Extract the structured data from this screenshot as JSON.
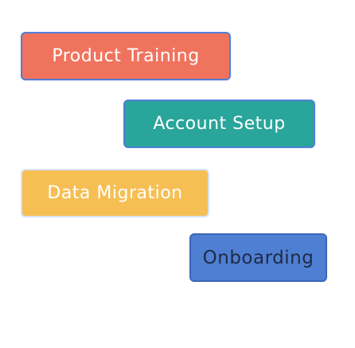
{
  "buttons": {
    "product_training": "Product Training",
    "account_setup": "Account Setup",
    "data_migration": "Data Migration",
    "onboarding": "Onboarding"
  },
  "colors": {
    "product_training": "#f0735e",
    "account_setup": "#29a59b",
    "data_migration": "#f6bf54",
    "onboarding": "#4f7fd3",
    "selection_outline": "#4f7fd3"
  }
}
